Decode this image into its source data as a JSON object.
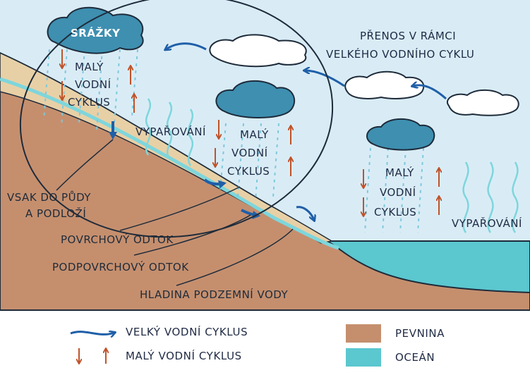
{
  "colors": {
    "sky": "#d9ecf6",
    "land": "#c58f6e",
    "soil_top": "#e8d0a6",
    "groundwater": "#bfe6ef",
    "ocean": "#5bc7cf",
    "cloud_dark": "#3e8fb0",
    "cloud_light": "#ffffff",
    "big_cycle_arrow": "#1f5fa8",
    "small_cycle_arrow": "#c0532a",
    "evaporation": "#7ed6dc"
  },
  "labels": {
    "srazky": "SRÁŽKY",
    "maly_1": [
      "MALÝ",
      "VODNÍ",
      "CYKLUS"
    ],
    "maly_2": [
      "MALÝ",
      "VODNÍ",
      "CYKLUS"
    ],
    "maly_3": [
      "MALÝ",
      "VODNÍ",
      "CYKLUS"
    ],
    "prenos": [
      "PŘENOS V RÁMCI",
      "VELKÉHO VODNÍHO CYKLU"
    ],
    "vyparovani_1": "VYPAŘOVÁNÍ",
    "vyparovani_2": "VYPAŘOVÁNÍ",
    "vsak": [
      "VSAK DO PŮDY",
      "A PODLOŽÍ"
    ],
    "povrchovy_odtok": "POVRCHOVÝ ODTOK",
    "podpovrchovy_odtok": "PODPOVRCHOVÝ ODTOK",
    "hladina": "HLADINA PODZEMNÍ VODY"
  },
  "legend": {
    "velky": "VELKÝ VODNÍ CYKLUS",
    "maly": "MALÝ VODNÍ CYKLUS",
    "pevnina": "PEVNINA",
    "ocean": "OCEÁN"
  }
}
